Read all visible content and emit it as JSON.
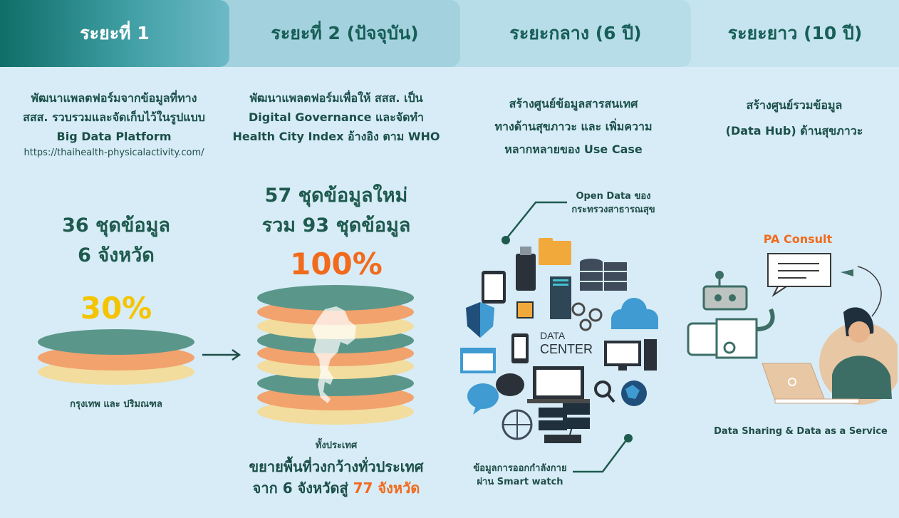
{
  "phases": [
    {
      "title": "ระยะที่ 1"
    },
    {
      "title": "ระยะที่ 2 (ปัจจุบัน)"
    },
    {
      "title": "ระยะกลาง (6 ปี)"
    },
    {
      "title": "ระยะยาว (10 ปี)"
    }
  ],
  "phase1": {
    "desc1": "พัฒนาแพลตฟอร์มจากข้อมูลที่ทาง",
    "desc2": "สสส. รวบรวมและจัดเก็บไว้ในรูปแบบ",
    "desc3": "Big Data Platform",
    "url": "https://thaihealth-physicalactivity.com/",
    "datasets": "36 ชุดข้อมูล",
    "provinces": "6 จังหวัด",
    "percent": "30%",
    "region": "กรุงเทพ และ ปริมณฑล"
  },
  "phase2": {
    "desc1": "พัฒนาแพลตฟอร์มเพื่อให้ สสส. เป็น",
    "desc2": "Digital Governance  และจัดทำ",
    "desc3": "Health City Index อ้างอิง ตาม WHO",
    "new_datasets": "57 ชุดข้อมูลใหม่",
    "total_datasets": "รวม 93 ชุดข้อมูล",
    "percent": "100%",
    "region": "ทั้งประเทศ",
    "expand1": "ขยายพื้นที่วงกว้างทั่วประเทศ",
    "expand2_pre": "จาก 6 จังหวัดสู่ ",
    "expand2_hl": "77 จังหวัด"
  },
  "phase3": {
    "desc1": "สร้างศูนย์ข้อมูลสารสนเทศ",
    "desc2": "ทางด้านสุขภาวะ และ เพิ่มความ",
    "desc3": "หลากหลายของ Use Case",
    "callout_top1": "Open Data ของ",
    "callout_top2": "กระทรวงสาธารณสุข",
    "dc1": "DATA",
    "dc2": "CENTER",
    "callout_bottom1": "ข้อมูลการออกกำลังกาย",
    "callout_bottom2": "ผ่าน Smart watch"
  },
  "phase4": {
    "desc1": "สร้างศูนย์รวมข้อมูล",
    "desc2": "(Data Hub) ด้านสุขภาวะ",
    "consult": "PA Consult",
    "caption": "Data Sharing & Data as a Service"
  },
  "colors": {
    "teal": "#4f8f86",
    "orange": "#f28a4c",
    "yellow": "#f2ce7a",
    "accent_orange": "#f26a1b",
    "accent_yellow": "#f5c400"
  }
}
